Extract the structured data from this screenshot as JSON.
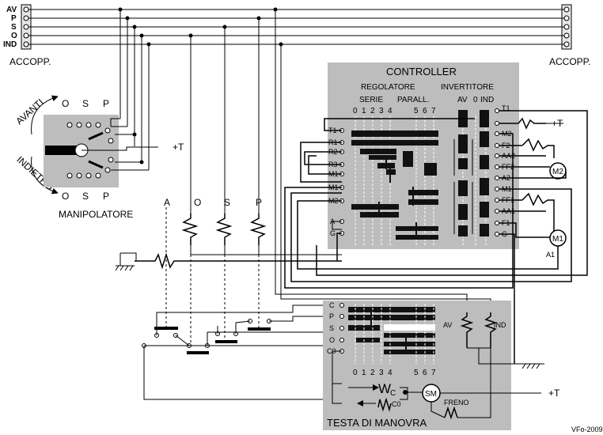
{
  "connector_labels": [
    "AV",
    "P",
    "S",
    "O",
    "IND"
  ],
  "accopp_left": "ACCOPP.",
  "accopp_right": "ACCOPP.",
  "controller": {
    "title": "CONTROLLER",
    "regolatore": "REGOLATORE",
    "serie": "SERIE",
    "parall": "PARALL.",
    "invertitore": "INVERTITORE",
    "inv_av": "AV",
    "inv_0": "0",
    "inv_ind": "IND",
    "positions": [
      "0",
      "1",
      "2",
      "3",
      "4",
      "5",
      "6",
      "7"
    ],
    "left_terminals": [
      "T1",
      "R1",
      "R2",
      "R3",
      "M1",
      "M1",
      "M2",
      "A",
      "G"
    ],
    "right_terminals": [
      "T1",
      "M2",
      "F2",
      "AA2",
      "FF2",
      "A2",
      "M1",
      "FF1",
      "AA1",
      "F1",
      "G"
    ],
    "motor_m2": "M2",
    "motor_m1": "M1",
    "a1": "A1",
    "plus_t": "+T"
  },
  "manipolatore": {
    "label": "MANIPOLATORE",
    "avanti": "AVANTI",
    "indietro": "INDIETRO",
    "top_positions": [
      "O",
      "S",
      "P"
    ],
    "bottom_positions": [
      "O",
      "S",
      "P"
    ],
    "plus_t": "+T"
  },
  "coils": [
    "A",
    "O",
    "S",
    "P"
  ],
  "testa": {
    "label": "TESTA DI MANOVRA",
    "terminals": [
      "C",
      "P",
      "S",
      "O",
      "C0"
    ],
    "positions": [
      "0",
      "1",
      "2",
      "3",
      "4",
      "5",
      "6",
      "7"
    ],
    "wc": "W",
    "wc_sub": "C",
    "c0": "C0",
    "sm": "SM",
    "freno": "FRENO",
    "av": "AV",
    "ind": "IND",
    "plus_t": "+T"
  },
  "credit": "VFo-2009"
}
